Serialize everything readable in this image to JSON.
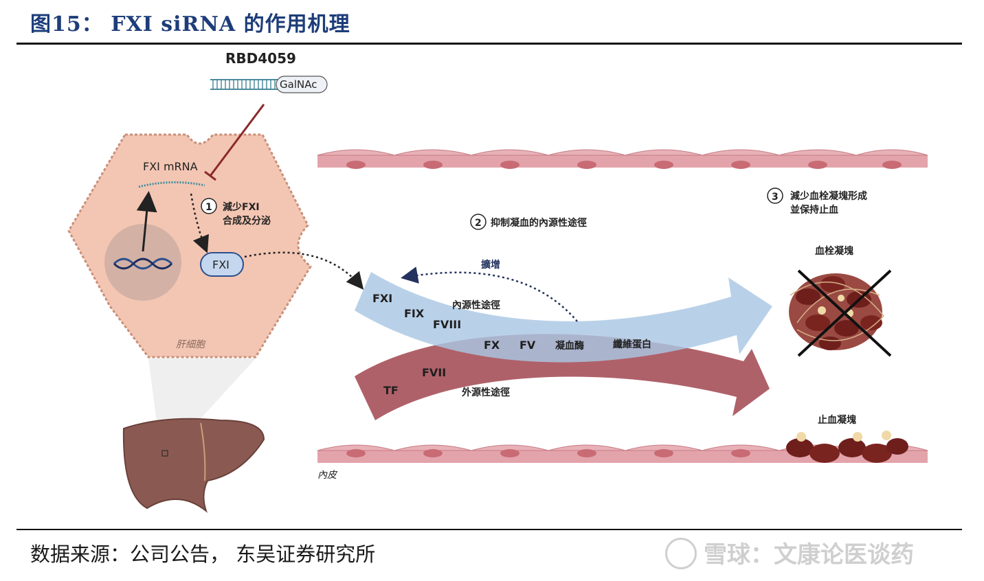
{
  "header": {
    "title": "图15：  FXI siRNA 的作用机理"
  },
  "diagram": {
    "drug_name": "RBD4059",
    "drug_conjugate": "GalNAc",
    "mrna_label": "FXI mRNA",
    "protein_label": "FXI",
    "cell_label": "肝細胞",
    "step1_number": "1",
    "step1_line1": "減少FXI",
    "step1_line2": "合成及分泌",
    "step2_number": "2",
    "step2_label": "抑制凝血的內源性途徑",
    "step3_number": "3",
    "step3_line1": "減少血栓凝塊形成",
    "step3_line2": "並保持止血",
    "amplify_label": "擴增",
    "intrinsic_label": "內源性途徑",
    "extrinsic_label": "外源性途徑",
    "factors": {
      "fxi": "FXI",
      "fix": "FIX",
      "fviii": "FVIII",
      "fx": "FX",
      "fv": "FV",
      "thrombin": "凝血酶",
      "fibrin": "纖維蛋白",
      "fvii": "FVII",
      "tf": "TF"
    },
    "thrombus_label": "血栓凝塊",
    "hemostasis_label": "止血凝塊",
    "endothelium_label": "內皮"
  },
  "footer": {
    "source": "数据来源：公司公告，   东吴证券研究所",
    "watermark": "雪球：文康论医谈药"
  },
  "colors": {
    "title": "#1d3d79",
    "cell_fill": "#f3c6b3",
    "blue_arrow": "#a9c7e3",
    "red_arrow": "#a8545c",
    "vessel": "#e3a3aa",
    "inhibitor_line": "#8b2a2a"
  }
}
